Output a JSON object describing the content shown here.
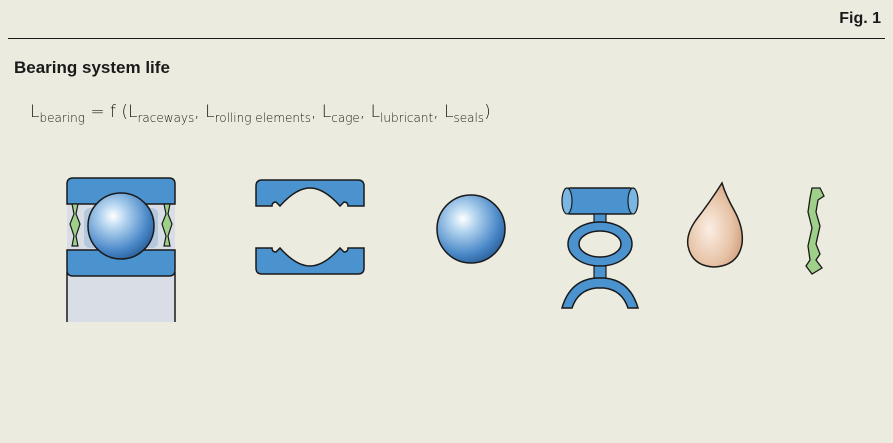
{
  "figure": {
    "label": "Fig. 1",
    "title": "Bearing system life"
  },
  "formula": {
    "lhs_symbol": "L",
    "lhs_subscript": "bearing",
    "equals": " = f (",
    "terms": [
      {
        "symbol": "L",
        "subscript": "raceways",
        "sep": ", "
      },
      {
        "symbol": "L",
        "subscript": "rolling elements",
        "sep": ", "
      },
      {
        "symbol": "L",
        "subscript": "cage",
        "sep": ", "
      },
      {
        "symbol": "L",
        "subscript": "lubricant",
        "sep": ", "
      },
      {
        "symbol": "L",
        "subscript": "seals",
        "sep": ""
      }
    ],
    "close": ")"
  },
  "colors": {
    "background": "#ecebdf",
    "steel_blue": "#4a93cf",
    "steel_blue_light": "#7ab6e3",
    "seal_green": "#9fd08a",
    "lubricant": "#e2b896",
    "housing": "#d9dde6"
  },
  "components": [
    {
      "name": "bearing",
      "icon": "bearing-cross-section-icon"
    },
    {
      "name": "raceways",
      "icon": "raceways-icon"
    },
    {
      "name": "rolling-element",
      "icon": "ball-icon"
    },
    {
      "name": "cage",
      "icon": "cage-icon"
    },
    {
      "name": "lubricant",
      "icon": "lubricant-drop-icon"
    },
    {
      "name": "seal",
      "icon": "seal-icon"
    }
  ]
}
